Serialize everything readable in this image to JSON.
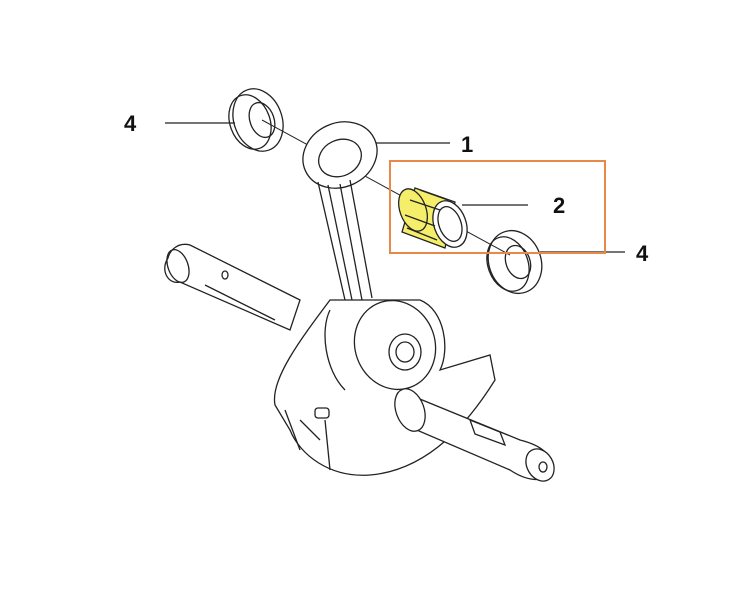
{
  "diagram": {
    "callouts": [
      {
        "id": "label-4-left",
        "text": "4"
      },
      {
        "id": "label-1",
        "text": "1"
      },
      {
        "id": "label-2",
        "text": "2"
      },
      {
        "id": "label-4-right",
        "text": "4"
      }
    ],
    "highlight_color": "#E8894A",
    "bearing_color": "#F5EE6A"
  }
}
